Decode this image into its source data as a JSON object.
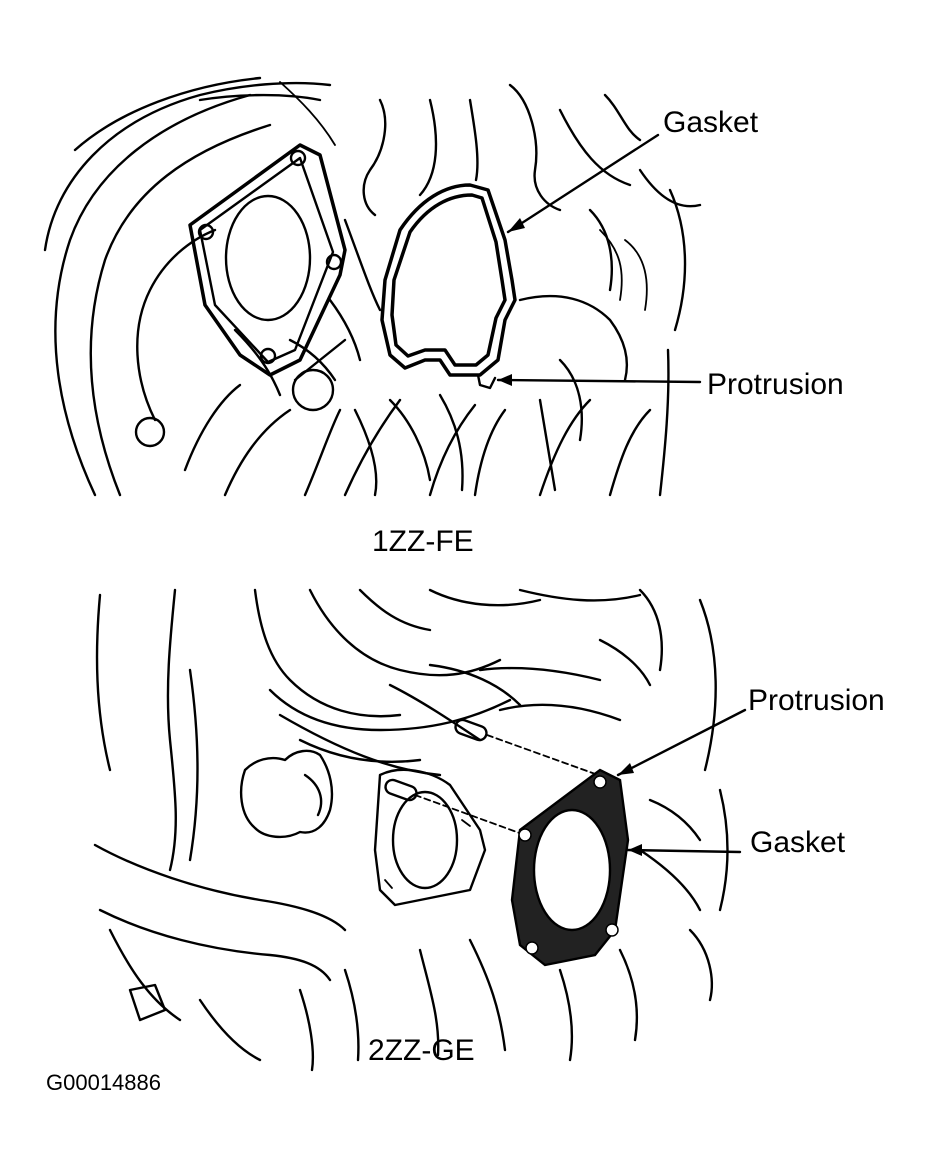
{
  "top_figure": {
    "callouts": {
      "gasket": "Gasket",
      "protrusion": "Protrusion"
    },
    "caption": "1ZZ-FE"
  },
  "bottom_figure": {
    "callouts": {
      "protrusion": "Protrusion",
      "gasket": "Gasket"
    },
    "caption": "2ZZ-GE"
  },
  "figure_id": "G00014886"
}
